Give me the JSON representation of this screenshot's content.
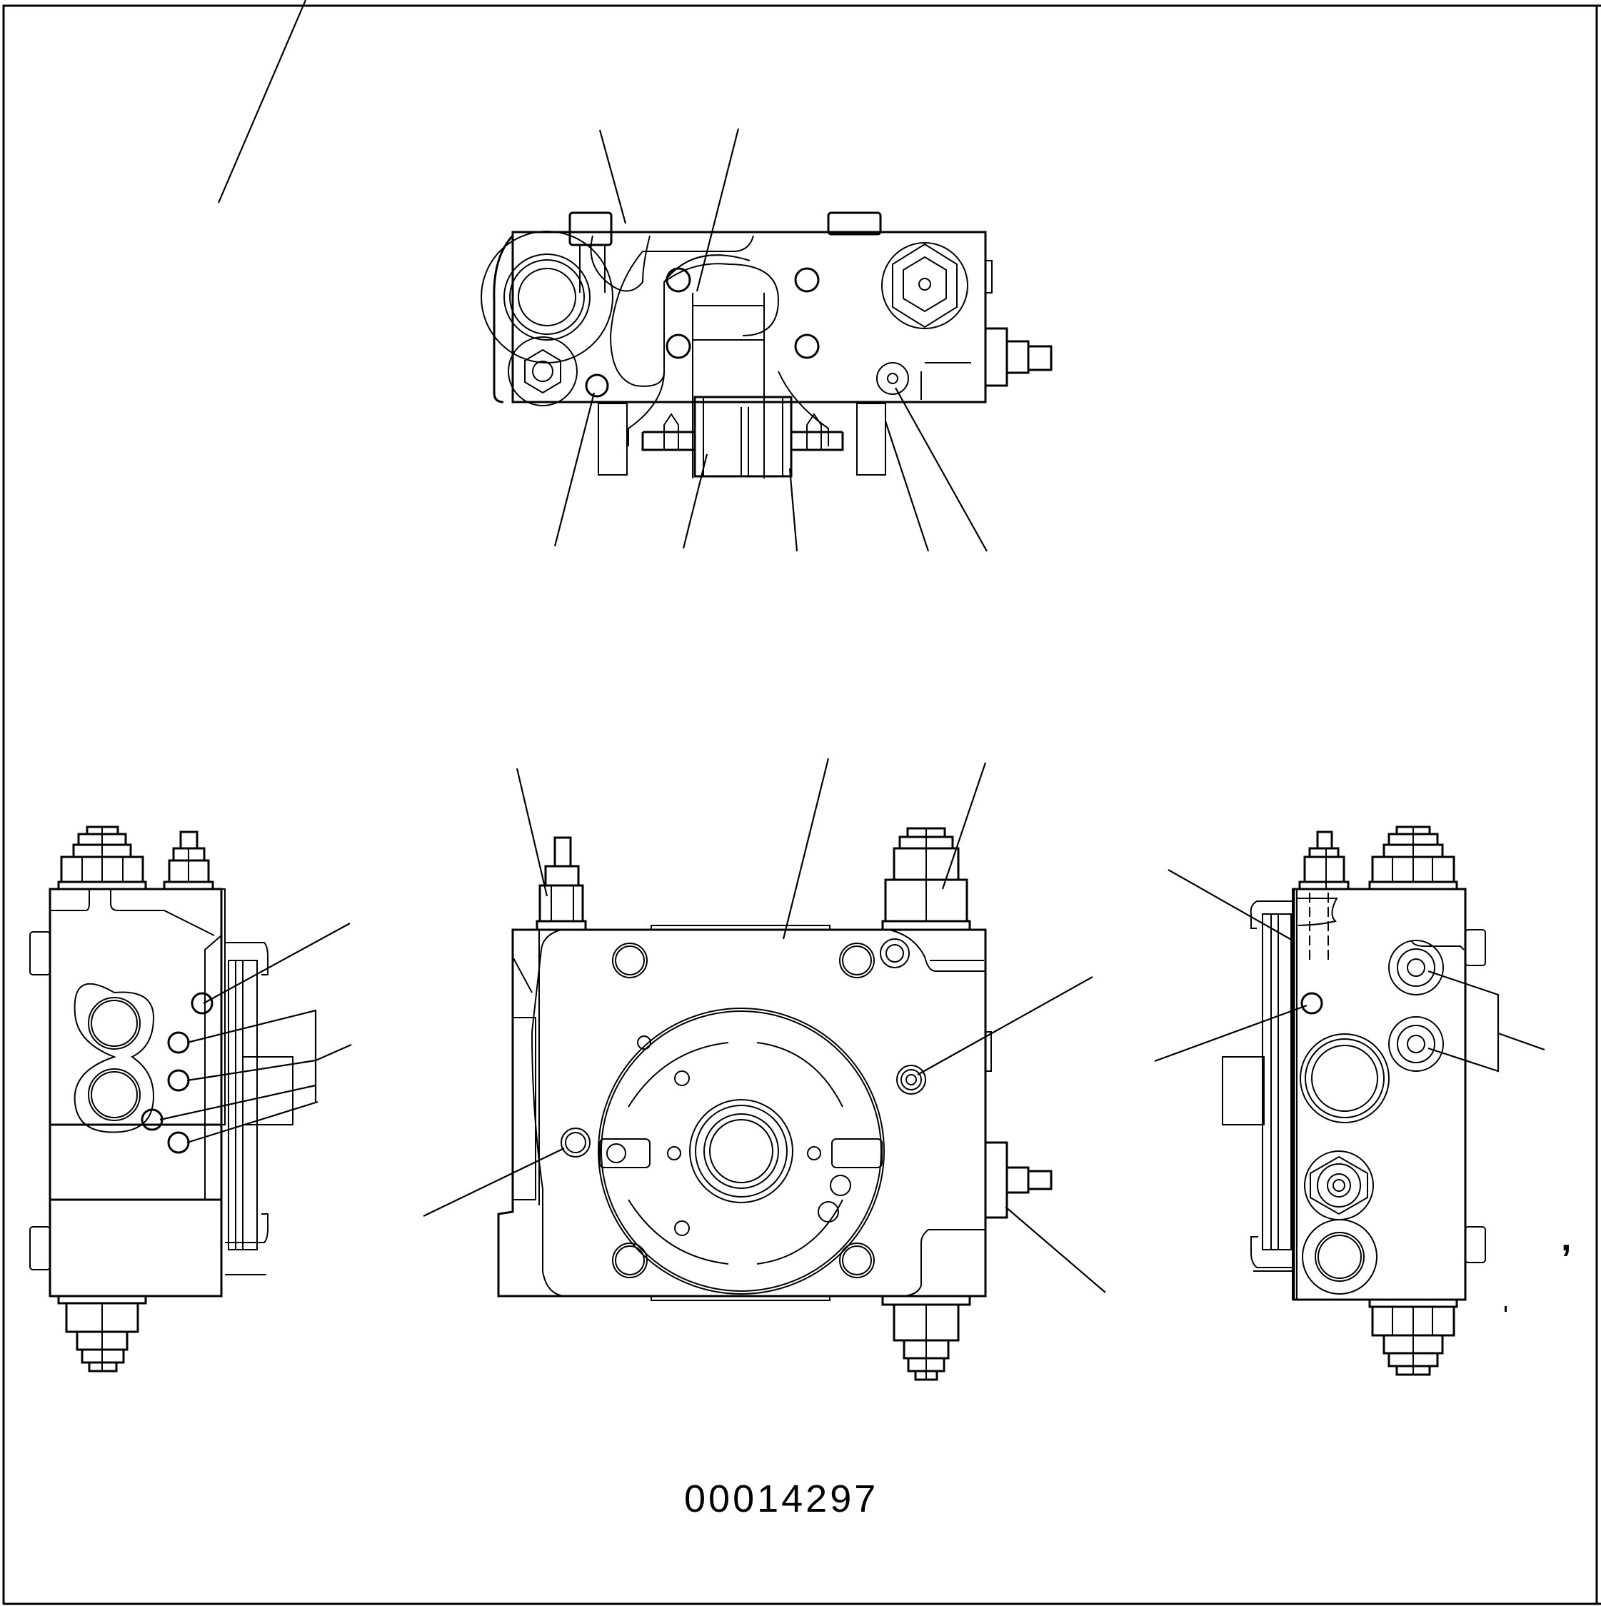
{
  "figure": {
    "number": "00014297",
    "mark": ",",
    "line_color": "#000000",
    "background": "#ffffff"
  },
  "views": [
    {
      "name": "top-view",
      "callouts": 9
    },
    {
      "name": "left-side-view",
      "callouts": 6
    },
    {
      "name": "front-view",
      "callouts": 7
    },
    {
      "name": "right-side-view",
      "callouts": 5
    }
  ]
}
